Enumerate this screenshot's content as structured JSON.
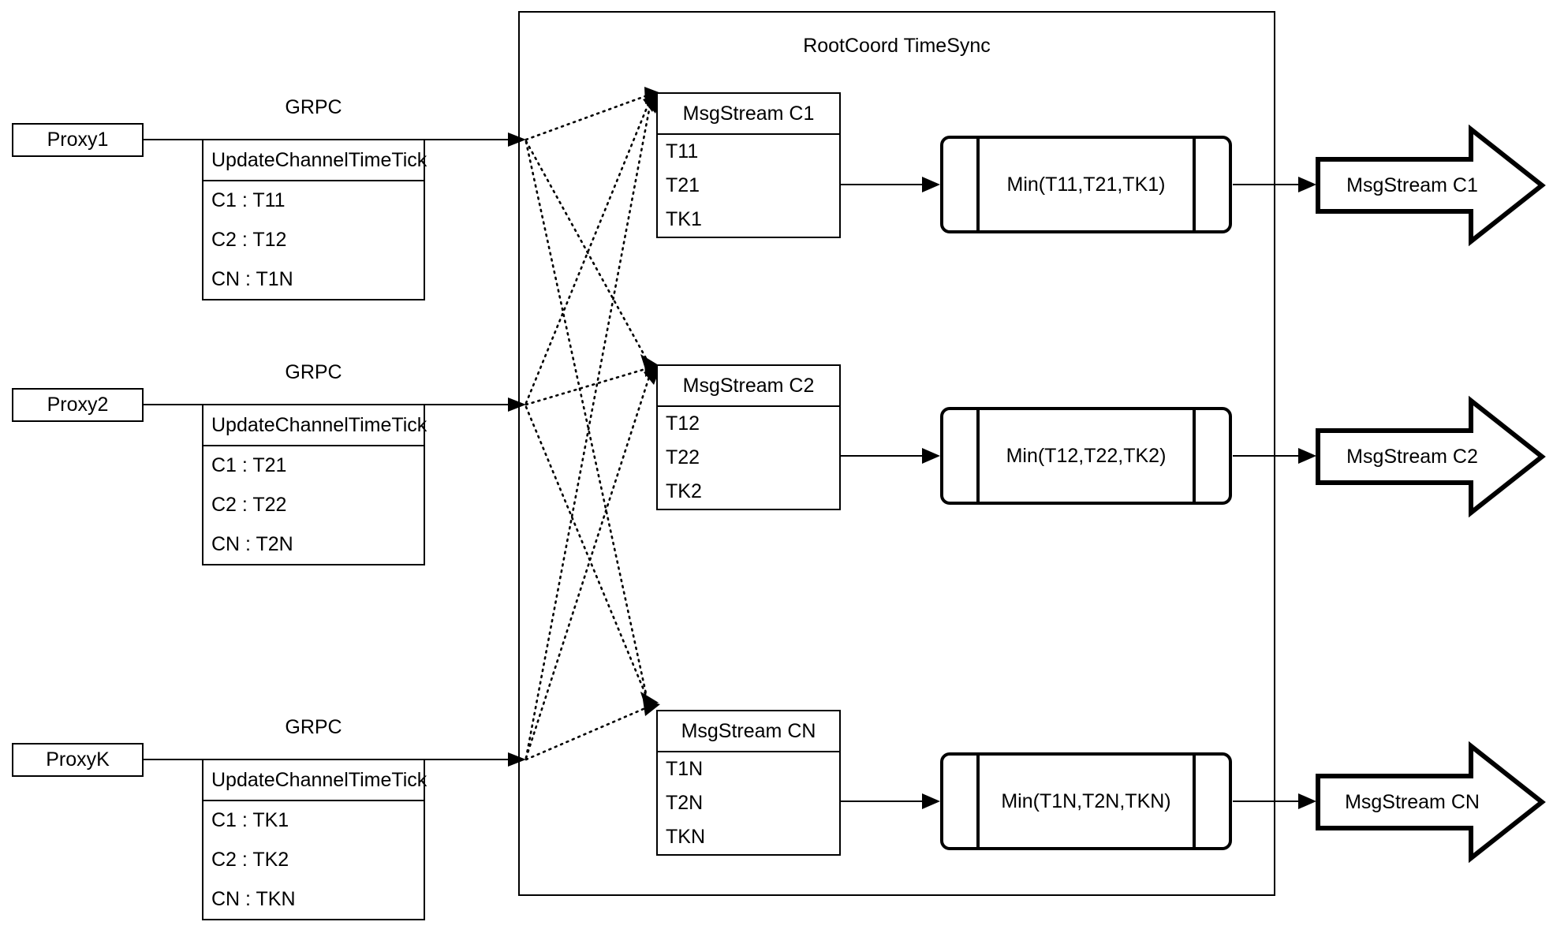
{
  "diagram": {
    "title": "RootCoord TimeSync",
    "container_label": "RootCoord TimeSync"
  },
  "rows": [
    {
      "proxy": "Proxy1",
      "link_label": "GRPC",
      "request": {
        "header": "UpdateChannelTimeTick",
        "entries": [
          "C1 :  T11",
          "C2 :  T12",
          "CN : T1N"
        ]
      }
    },
    {
      "proxy": "Proxy2",
      "link_label": "GRPC",
      "request": {
        "header": "UpdateChannelTimeTick",
        "entries": [
          "C1 :  T21",
          "C2 :  T22",
          "CN : T2N"
        ]
      }
    },
    {
      "proxy": "ProxyK",
      "link_label": "GRPC",
      "request": {
        "header": "UpdateChannelTimeTick",
        "entries": [
          "C1 :  TK1",
          "C2 :  TK2",
          "CN : TKN"
        ]
      }
    }
  ],
  "channels": [
    {
      "stream": {
        "header": "MsgStream C1",
        "entries": [
          "T11",
          "T21",
          "TK1"
        ]
      },
      "process_label": "Min(T11,T21,TK1)",
      "output_label": "MsgStream C1"
    },
    {
      "stream": {
        "header": "MsgStream C2",
        "entries": [
          "T12",
          "T22",
          "TK2"
        ]
      },
      "process_label": "Min(T12,T22,TK2)",
      "output_label": "MsgStream C2"
    },
    {
      "stream": {
        "header": "MsgStream CN",
        "entries": [
          "T1N",
          "T2N",
          "TKN"
        ]
      },
      "process_label": "Min(T1N,T2N,TKN)",
      "output_label": "MsgStream CN"
    }
  ],
  "colors": {
    "stroke": "#000000",
    "background": "#ffffff"
  }
}
